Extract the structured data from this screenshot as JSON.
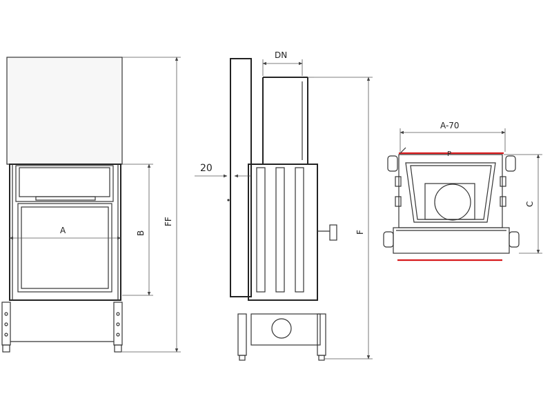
{
  "labels": {
    "a": "A",
    "b": "B",
    "ff": "FF",
    "dn": "DN",
    "twenty": "20",
    "f": "F",
    "a70": "A-70",
    "p": "P",
    "c": "C"
  },
  "colors": {
    "line": "#333333",
    "accent": "#d7191c"
  }
}
